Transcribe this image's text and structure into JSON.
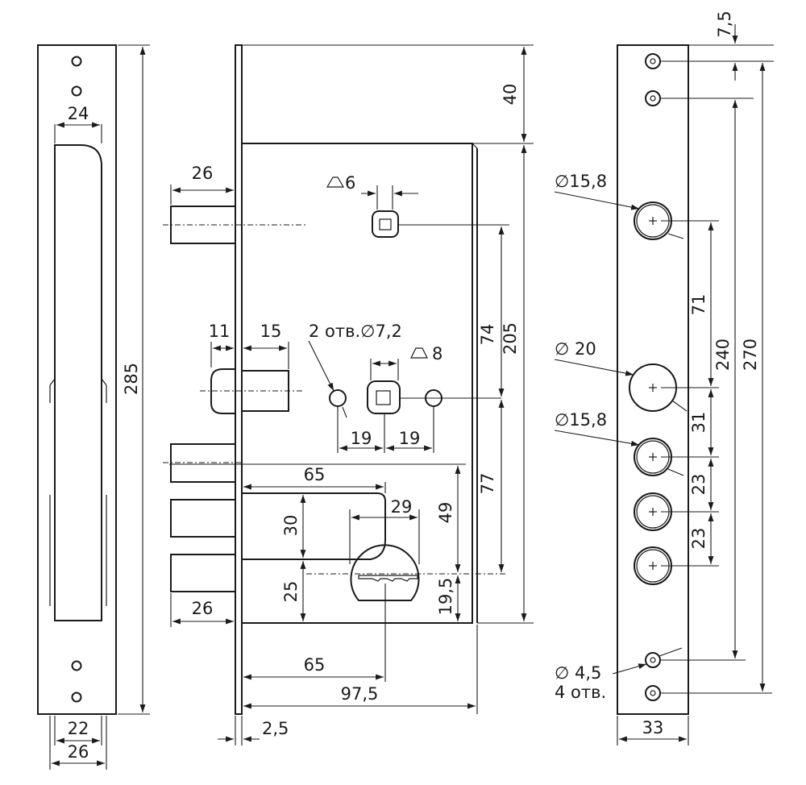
{
  "labels": {
    "d24": "24",
    "d285": "285",
    "d22": "22",
    "d26_bottom": "26",
    "d26_top_bolt": "26",
    "d26_bottom_bolt": "26",
    "d6": "6",
    "d11": "11",
    "d15": "15",
    "holes_72": "2 отв.∅7,2",
    "d8": "8",
    "d19_left": "19",
    "d19_right": "19",
    "d40": "40",
    "d74": "74",
    "d205": "205",
    "d77": "77",
    "d65_top": "65",
    "d30": "30",
    "d29": "29",
    "d49": "49",
    "d25": "25",
    "d19_5": "19,5",
    "d65_bottom": "65",
    "d97_5": "97,5",
    "d2_5": "2,5",
    "d7_5": "7,5",
    "dia15_8_top": "∅15,8",
    "dia20": "∅ 20",
    "dia15_8_mid": "∅15,8",
    "d71": "71",
    "d240": "240",
    "d270": "270",
    "d31": "31",
    "d23_a": "23",
    "d23_b": "23",
    "dia4_5": "∅ 4,5",
    "holes4": "4 отв.",
    "d33": "33"
  }
}
